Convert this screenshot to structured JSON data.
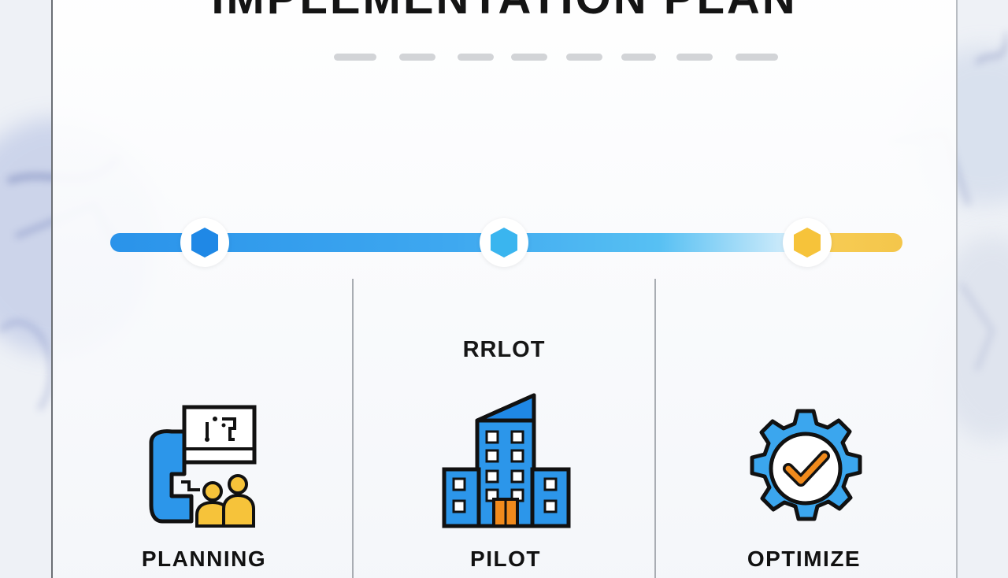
{
  "title": "IMPLEMENTATION PLAN",
  "stages": [
    {
      "label": "PLANNING",
      "icon": "planning-board-team-icon",
      "color": "#1f8be8"
    },
    {
      "label": "PILOT",
      "caption": "RRLOT",
      "icon": "building-icon",
      "color": "#3fb8f0"
    },
    {
      "label": "OPTIMIZE",
      "icon": "gear-check-icon",
      "color": "#f6c33a"
    }
  ],
  "colors": {
    "blue": "#1f8be8",
    "light_blue": "#3fb8f0",
    "yellow": "#f6c33a",
    "orange": "#f08a1c",
    "outline": "#111111"
  }
}
